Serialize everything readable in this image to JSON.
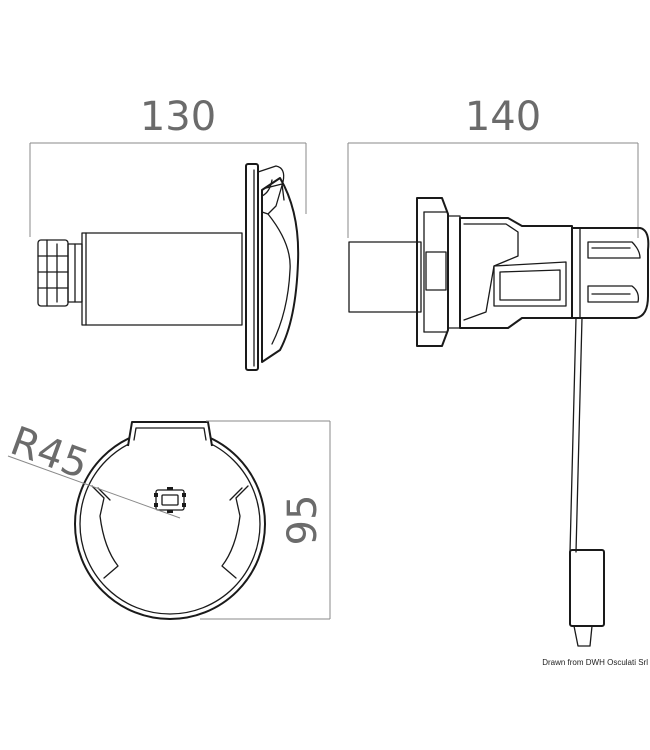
{
  "dimensions": {
    "length_left": "130",
    "length_right": "140",
    "height": "95",
    "radius": "R45"
  },
  "credit": "Drawn from DWH Osculati Srl",
  "colors": {
    "outline": "#1a1a1a",
    "dimension": "#8a8a8a",
    "dimension_text": "#6b6b6b"
  }
}
